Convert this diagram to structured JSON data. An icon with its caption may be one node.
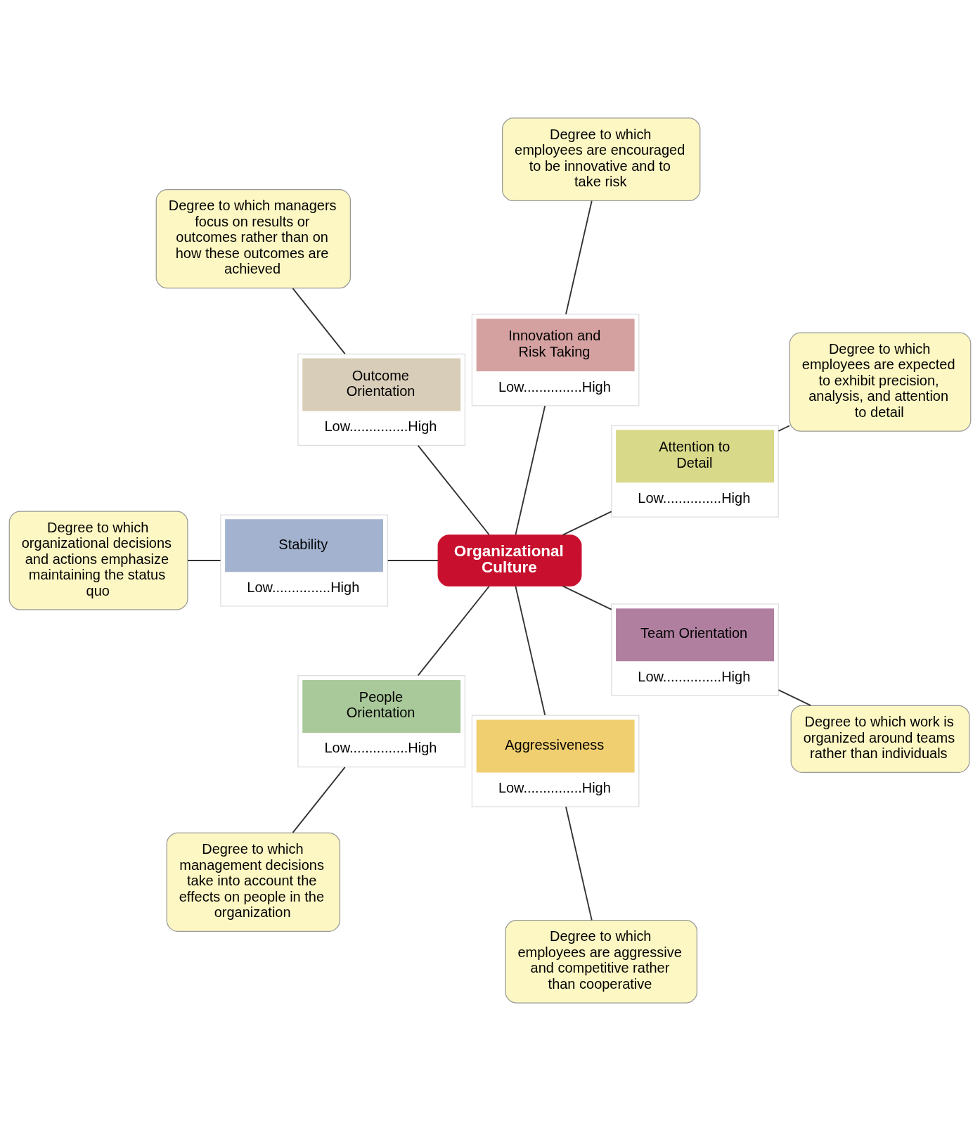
{
  "diagram": {
    "nodes": [
      {
        "text": [
          "Degree to which employees are expected to exhibit precision, analysis, and attention to detail"
        ]
      },
      {
        "text": [
          "Degree to which employees are encouraged to be innovative and to take risk"
        ]
      },
      {
        "text": [
          "Degree to which managers focus on results or outcomes rather than on how these outcomes are achieved"
        ]
      },
      {
        "text": [
          "Attention to Detail",
          "Low...............High"
        ]
      },
      {
        "text": [
          "Innovation and Risk Taking",
          "Low...............High"
        ]
      },
      {
        "text": [
          "Outcome Orientation",
          "Low...............High"
        ]
      },
      {
        "text": [
          "Organizational Culture"
        ]
      },
      {
        "text": [
          "Stability",
          "Low...............High"
        ]
      },
      {
        "text": [
          "People Orientation",
          "Low...............High"
        ]
      },
      {
        "text": [
          "Degree to which organizational decisions and actions emphasize maintaining the status quo"
        ]
      },
      {
        "text": [
          "Aggressiveness",
          "Low...............High"
        ]
      },
      {
        "text": [
          "Team Orientation",
          "Low...............High"
        ]
      },
      {
        "text": [
          "Degree to which management decisions take into account the effects on people in the organization"
        ]
      },
      {
        "text": [
          "Degree to which employees are aggressive and competitive rather than cooperative"
        ]
      },
      {
        "text": [
          "Degree to which work is organized around teams rather than individuals"
        ]
      }
    ],
    "edges": [
      {
        "from": 6,
        "to": 3,
        "arrow": "none"
      },
      {
        "from": 6,
        "to": 4,
        "arrow": "none"
      },
      {
        "from": 6,
        "to": 5,
        "arrow": "none"
      },
      {
        "from": 6,
        "to": 7,
        "arrow": "none"
      },
      {
        "from": 6,
        "to": 8,
        "arrow": "none"
      },
      {
        "from": 6,
        "to": 10,
        "arrow": "none"
      },
      {
        "from": 6,
        "to": 11,
        "arrow": "none"
      },
      {
        "from": 0,
        "to": 3,
        "arrow": "none"
      },
      {
        "from": 1,
        "to": 4,
        "arrow": "none"
      },
      {
        "from": 2,
        "to": 5,
        "arrow": "none"
      },
      {
        "from": 9,
        "to": 7,
        "arrow": "none"
      },
      {
        "from": 12,
        "to": 8,
        "arrow": "none"
      },
      {
        "from": 13,
        "to": 10,
        "arrow": "none"
      },
      {
        "from": 14,
        "to": 11,
        "arrow": "none"
      }
    ]
  }
}
